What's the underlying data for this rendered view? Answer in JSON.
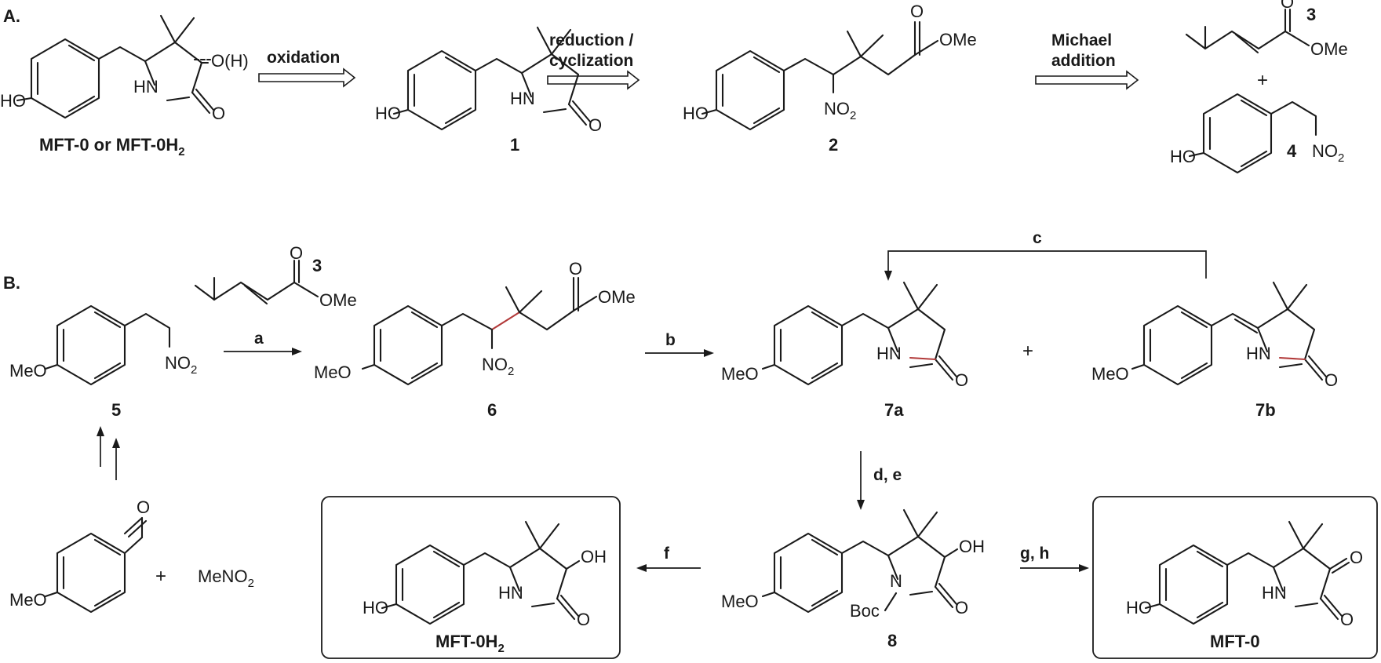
{
  "section_a": "A.",
  "section_b": "B.",
  "compounds": {
    "mft0_or_mft0h2": {
      "label": "MFT-0 or MFT-0H",
      "sub": "2"
    },
    "c1": {
      "label": "1"
    },
    "c2": {
      "label": "2"
    },
    "c3a": {
      "label": "3"
    },
    "c4": {
      "label": "4"
    },
    "c3b": {
      "label": "3"
    },
    "c5": {
      "label": "5"
    },
    "c6": {
      "label": "6"
    },
    "c7a": {
      "label": "7a"
    },
    "c7b": {
      "label": "7b"
    },
    "c8": {
      "label": "8"
    },
    "mft0h2": {
      "label": "MFT-0H",
      "sub": "2"
    },
    "mft0": {
      "label": "MFT-0"
    }
  },
  "retro_steps": {
    "oxidation": "oxidation",
    "reduction_line1": "reduction /",
    "reduction_line2": "cyclization",
    "michael_line1": "Michael",
    "michael_line2": "addition"
  },
  "conditions": {
    "a": "a",
    "b": "b",
    "c": "c",
    "de": "d, e",
    "f": "f",
    "gh": "g, h"
  },
  "atoms": {
    "HO": "HO",
    "MeO": "MeO",
    "HN": "HN",
    "N": "N",
    "O": "O",
    "OH": "OH",
    "OMe": "OMe",
    "NO": "NO",
    "two": "2",
    "oxo_oh": "O(H)",
    "Boc": "Boc",
    "MeNO": "MeNO",
    "plus": "+"
  }
}
